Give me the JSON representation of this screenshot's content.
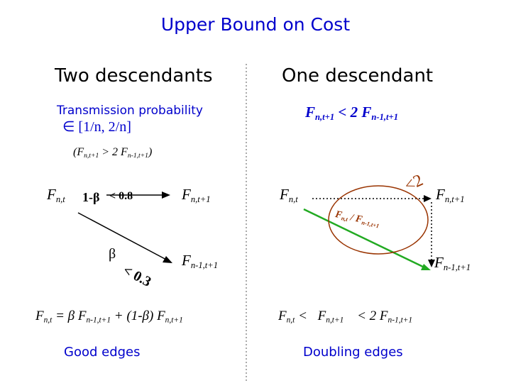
{
  "title": "Upper Bound on Cost",
  "left": {
    "heading": "Two descendants",
    "transmission_label": "Transmission probability",
    "range_text": "∈ [1/n, 2/n]",
    "condition_prefix": "(F",
    "condition_sub1": "n,t+1",
    "condition_mid": " > 2 F",
    "condition_sub2": "n-1,t+1",
    "condition_suffix": ")",
    "node_top_left": {
      "main": "F",
      "sub": "n,t"
    },
    "node_top_right": {
      "main": "F",
      "sub": "n,t+1"
    },
    "node_bottom_right": {
      "main": "F",
      "sub": "n-1,t+1"
    },
    "prob_top": "1-β",
    "prob_top_bound": "< 0.8",
    "beta": "β",
    "prob_bottom_bound": "< 0.3",
    "equation": {
      "lhs_main": "F",
      "lhs_sub": "n,t",
      "eq": " = β F",
      "sub2": "n-1,t+1",
      "mid": " + (1-β) F",
      "sub3": "n,t+1"
    },
    "footer": "Good edges"
  },
  "right": {
    "heading": "One descendant",
    "condition": {
      "main1": "F",
      "sub1": "n,t+1",
      "mid": " < 2 F",
      "sub2": "n-1,t+1"
    },
    "node_left": {
      "main": "F",
      "sub": "n,t"
    },
    "node_top_right": {
      "main": "F",
      "sub": "n,t+1"
    },
    "node_bottom_right": {
      "main": "F",
      "sub": "n-1,t+1"
    },
    "ratio_label": {
      "main1": "F",
      "sub1": "n,t",
      "mid": " / F",
      "sub2": "n-1,t+1"
    },
    "angle_label": "<2",
    "inequality": {
      "main1": "F",
      "sub1": "n,t",
      "lt": " < ",
      "main2": "F",
      "sub2": "n,t+1",
      "mid": " < 2 F",
      "sub3": "n-1,t+1"
    },
    "footer": "Doubling edges"
  },
  "colors": {
    "title": "#0000cc",
    "edge_green": "#22aa22",
    "ellipse_brown": "#993300",
    "divider": "#555555"
  }
}
